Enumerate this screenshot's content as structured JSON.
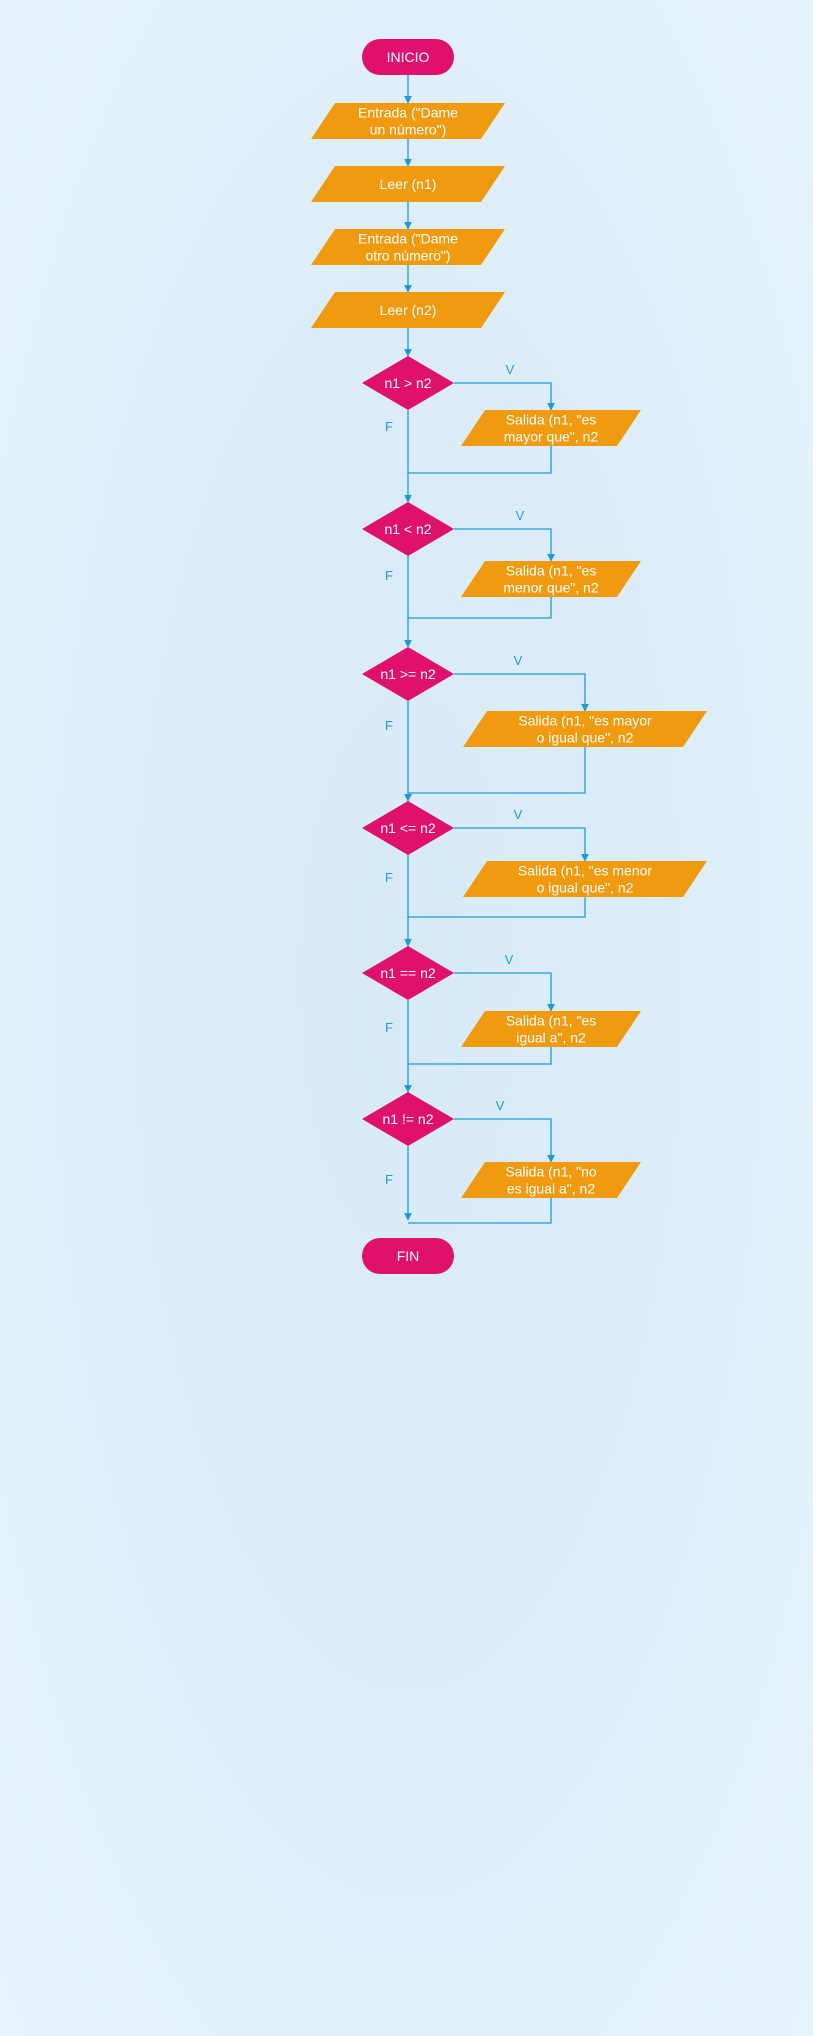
{
  "colors": {
    "terminal": "#e0106e",
    "decision": "#e0106e",
    "io": "#f09a10",
    "line": "#1f9ad6"
  },
  "flowchart": {
    "start": "INICIO",
    "end": "FIN",
    "inputs": [
      {
        "id": "in1",
        "lines": [
          "Entrada (\"Dame",
          "un número\")"
        ]
      },
      {
        "id": "read1",
        "lines": [
          "Leer (n1)"
        ]
      },
      {
        "id": "in2",
        "lines": [
          "Entrada (\"Dame",
          "otro número\")"
        ]
      },
      {
        "id": "read2",
        "lines": [
          "Leer (n2)"
        ]
      }
    ],
    "decisions": [
      {
        "id": "d1",
        "label": "n1 > n2",
        "true_label": "V",
        "false_label": "F",
        "output": [
          "Salida (n1, \"es",
          "mayor que\", n2"
        ]
      },
      {
        "id": "d2",
        "label": "n1 < n2",
        "true_label": "V",
        "false_label": "F",
        "output": [
          "Salida (n1, \"es",
          "menor que\", n2"
        ]
      },
      {
        "id": "d3",
        "label": "n1 >= n2",
        "true_label": "V",
        "false_label": "F",
        "output": [
          "Salida (n1, \"es mayor",
          "o igual que\", n2"
        ]
      },
      {
        "id": "d4",
        "label": "n1 <= n2",
        "true_label": "V",
        "false_label": "F",
        "output": [
          "Salida (n1, \"es menor",
          "o igual  que\", n2"
        ]
      },
      {
        "id": "d5",
        "label": "n1 == n2",
        "true_label": "V",
        "false_label": "F",
        "output": [
          "Salida (n1, \"es",
          "igual a\", n2"
        ]
      },
      {
        "id": "d6",
        "label": "n1 != n2",
        "true_label": "V",
        "false_label": "F",
        "output": [
          "Salida (n1, \"no",
          "es igual a\", n2"
        ]
      }
    ]
  }
}
